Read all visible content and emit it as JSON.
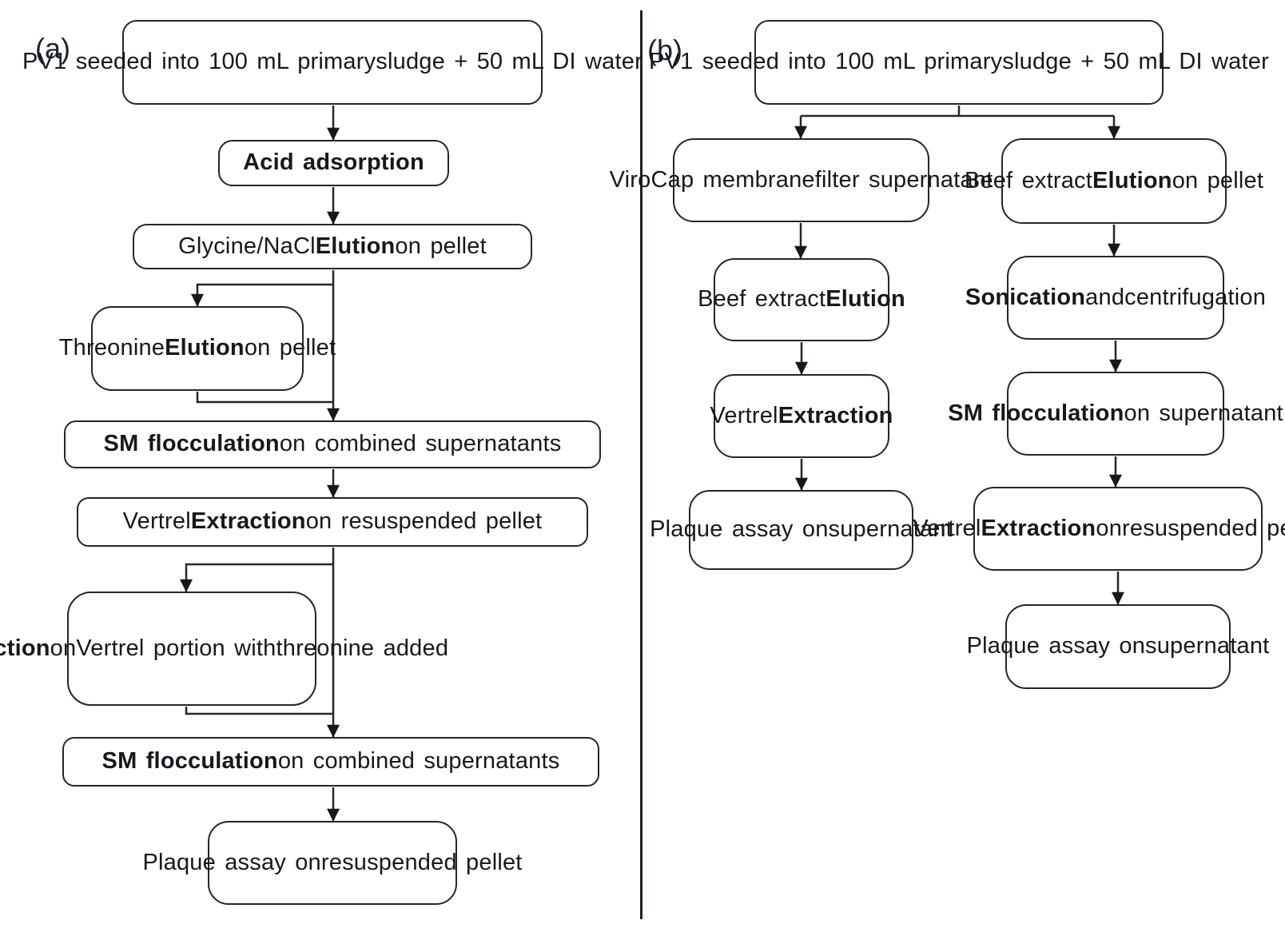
{
  "panels": [
    {
      "label": "(a)",
      "boxes": [
        {
          "name": "pv1-seeded",
          "segments": [
            {
              "t": "PV1 seeded into 100 mL primary"
            },
            {
              "br": true
            },
            {
              "t": "sludge + 50 mL DI water"
            }
          ]
        },
        {
          "name": "acid-adsorption",
          "segments": [
            {
              "t": "Acid adsorption",
              "b": true
            }
          ]
        },
        {
          "name": "glycine-nacl-elution",
          "segments": [
            {
              "t": "Glycine/NaCl "
            },
            {
              "t": "Elution",
              "b": true
            },
            {
              "t": " on pellet"
            }
          ]
        },
        {
          "name": "threonine-elution",
          "segments": [
            {
              "t": "Threonine"
            },
            {
              "br": true
            },
            {
              "t": "Elution",
              "b": true
            },
            {
              "t": " on pellet"
            }
          ]
        },
        {
          "name": "sm-flocculation-1",
          "segments": [
            {
              "t": "SM flocculation",
              "b": true
            },
            {
              "t": " on combined supernatants"
            }
          ]
        },
        {
          "name": "vertrel-extraction",
          "segments": [
            {
              "t": "Vertrel "
            },
            {
              "t": "Extraction",
              "b": true
            },
            {
              "t": " on resuspended pellet"
            }
          ]
        },
        {
          "name": "extraction-vertrel-threonine",
          "segments": [
            {
              "t": "Extraction",
              "b": true
            },
            {
              "t": " on"
            },
            {
              "br": true
            },
            {
              "t": "Vertrel portion with"
            },
            {
              "br": true
            },
            {
              "t": "threonine added"
            }
          ]
        },
        {
          "name": "sm-flocculation-2",
          "segments": [
            {
              "t": "SM flocculation",
              "b": true
            },
            {
              "t": " on combined supernatants"
            }
          ]
        },
        {
          "name": "plaque-assay-pellet",
          "segments": [
            {
              "t": "Plaque assay on"
            },
            {
              "br": true
            },
            {
              "t": "resuspended pellet"
            }
          ]
        }
      ]
    },
    {
      "label": "(b)",
      "boxes": [
        {
          "name": "pv1-seeded",
          "segments": [
            {
              "t": "PV1 seeded into 100 mL primary"
            },
            {
              "br": true
            },
            {
              "t": "sludge + 50 mL DI water"
            }
          ]
        },
        {
          "name": "virocap-membrane-filter",
          "segments": [
            {
              "t": "ViroCap membrane"
            },
            {
              "br": true
            },
            {
              "t": "filter supernatant"
            }
          ]
        },
        {
          "name": "beef-extract-elution",
          "segments": [
            {
              "t": "Beef extract"
            },
            {
              "br": true
            },
            {
              "t": "Elution",
              "b": true
            }
          ]
        },
        {
          "name": "vertrel-extraction-left",
          "segments": [
            {
              "t": "Vertrel"
            },
            {
              "br": true
            },
            {
              "t": "Extraction",
              "b": true
            }
          ]
        },
        {
          "name": "plaque-assay-supernatant-left",
          "segments": [
            {
              "t": "Plaque assay on"
            },
            {
              "br": true
            },
            {
              "t": "supernatant"
            }
          ]
        },
        {
          "name": "beef-extract-elution-pellet",
          "segments": [
            {
              "t": "Beef extract"
            },
            {
              "br": true
            },
            {
              "t": "Elution",
              "b": true
            },
            {
              "t": " on pellet"
            }
          ]
        },
        {
          "name": "sonication-centrifugation",
          "segments": [
            {
              "t": "Sonication",
              "b": true
            },
            {
              "t": " and"
            },
            {
              "br": true
            },
            {
              "t": "centrifugation"
            }
          ]
        },
        {
          "name": "sm-flocculation-supernatant",
          "segments": [
            {
              "t": "SM flocculation",
              "b": true
            },
            {
              "br": true
            },
            {
              "t": "on supernatant"
            }
          ]
        },
        {
          "name": "vertrel-extraction-resuspended",
          "segments": [
            {
              "t": "Vertrel "
            },
            {
              "t": "Extraction",
              "b": true
            },
            {
              "t": " on"
            },
            {
              "br": true
            },
            {
              "t": "resuspended pellet"
            }
          ]
        },
        {
          "name": "plaque-assay-supernatant-right",
          "segments": [
            {
              "t": "Plaque assay on"
            },
            {
              "br": true
            },
            {
              "t": "supernatant"
            }
          ]
        }
      ]
    }
  ]
}
